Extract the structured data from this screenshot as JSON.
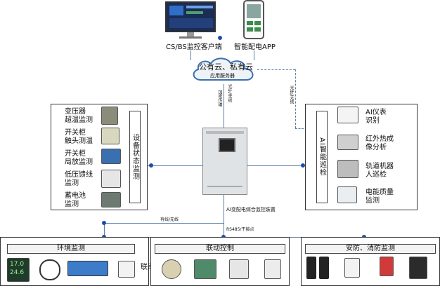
{
  "top": {
    "client_label": "CS/BS监控客户端",
    "app_label": "智能配电APP",
    "cloud_title": "公有云、私有云",
    "cloud_subtitle": "应用服务器"
  },
  "links": {
    "encrypted": "加密传输",
    "fiber_wireless": "光纤/无线",
    "fiber_wireless_right": "光纤/无线",
    "wired_wireless": "有线/无线",
    "rs485": "RS485/干接点"
  },
  "center": {
    "device_caption": "AI变配电综合监控装置"
  },
  "left_panel": {
    "title": "设备状态监测",
    "items": [
      {
        "label": "变压器\n超温监测"
      },
      {
        "label": "开关柜\n触头测温"
      },
      {
        "label": "开关柜\n局放监测"
      },
      {
        "label": "低压馈线\n监测"
      },
      {
        "label": "蓄电池\n监测"
      }
    ]
  },
  "right_panel": {
    "title": "AI智能巡检",
    "items": [
      {
        "label": "AI仪表\n识别"
      },
      {
        "label": "红外热成\n像分析"
      },
      {
        "label": "轨道机器\n人巡检"
      },
      {
        "label": "电能质量\n监测"
      }
    ]
  },
  "bottom": {
    "env_title": "环境监测",
    "env_temp": "17.0",
    "env_hum": "24.6",
    "env_side_text": "联动",
    "link_title": "联动控制",
    "security_title": "安防、消防监测"
  },
  "colors": {
    "line": "#5a7ea8",
    "dot": "#1a4fa8",
    "cabinet": "#dfe3e6",
    "cloud": "#eef3f8"
  }
}
